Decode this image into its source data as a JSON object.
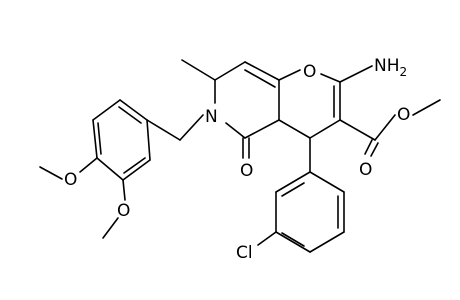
{
  "molecule": {
    "atom_labels": {
      "o_ring": "O",
      "amino": "NH",
      "amino_subscript": "2",
      "n_ring": "N",
      "o_carbonyl_ring": "O",
      "o_ester_carbonyl": "O",
      "o_ester": "O",
      "o_methoxy_top": "O",
      "o_methoxy_bottom": "O",
      "chlorine": "Cl"
    },
    "colors": {
      "line": "#000000",
      "text": "#000000",
      "background": "#ffffff"
    }
  }
}
